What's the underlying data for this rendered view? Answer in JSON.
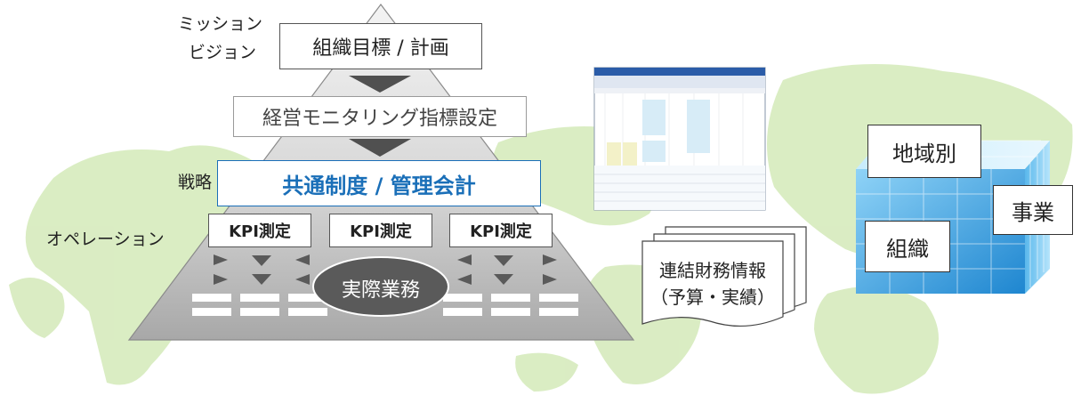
{
  "pyramid": {
    "labels": {
      "mission": "ミッション",
      "vision": "ビジョン",
      "strategy": "戦略",
      "operation": "オペレーション"
    },
    "goal_box": "組織目標 / 計画",
    "kpi_setting_box": "経営モニタリング指標設定",
    "common_system_box": "共通制度 / 管理会計",
    "kpi_boxes": [
      "KPI測定",
      "KPI測定",
      "KPI測定"
    ],
    "actual_work": "実際業務"
  },
  "financial_doc": {
    "line1": "連結財務情報",
    "line2": "（予算・実績）"
  },
  "cube": {
    "region": "地域別",
    "business": "事業",
    "organization": "組織"
  },
  "colors": {
    "accent_blue": "#1a6fb8",
    "cube_blue": "#3aa0e0",
    "world_green": "#cfe8b0",
    "pyramid_gray": "#c4c4c4",
    "dark": "#555555"
  }
}
